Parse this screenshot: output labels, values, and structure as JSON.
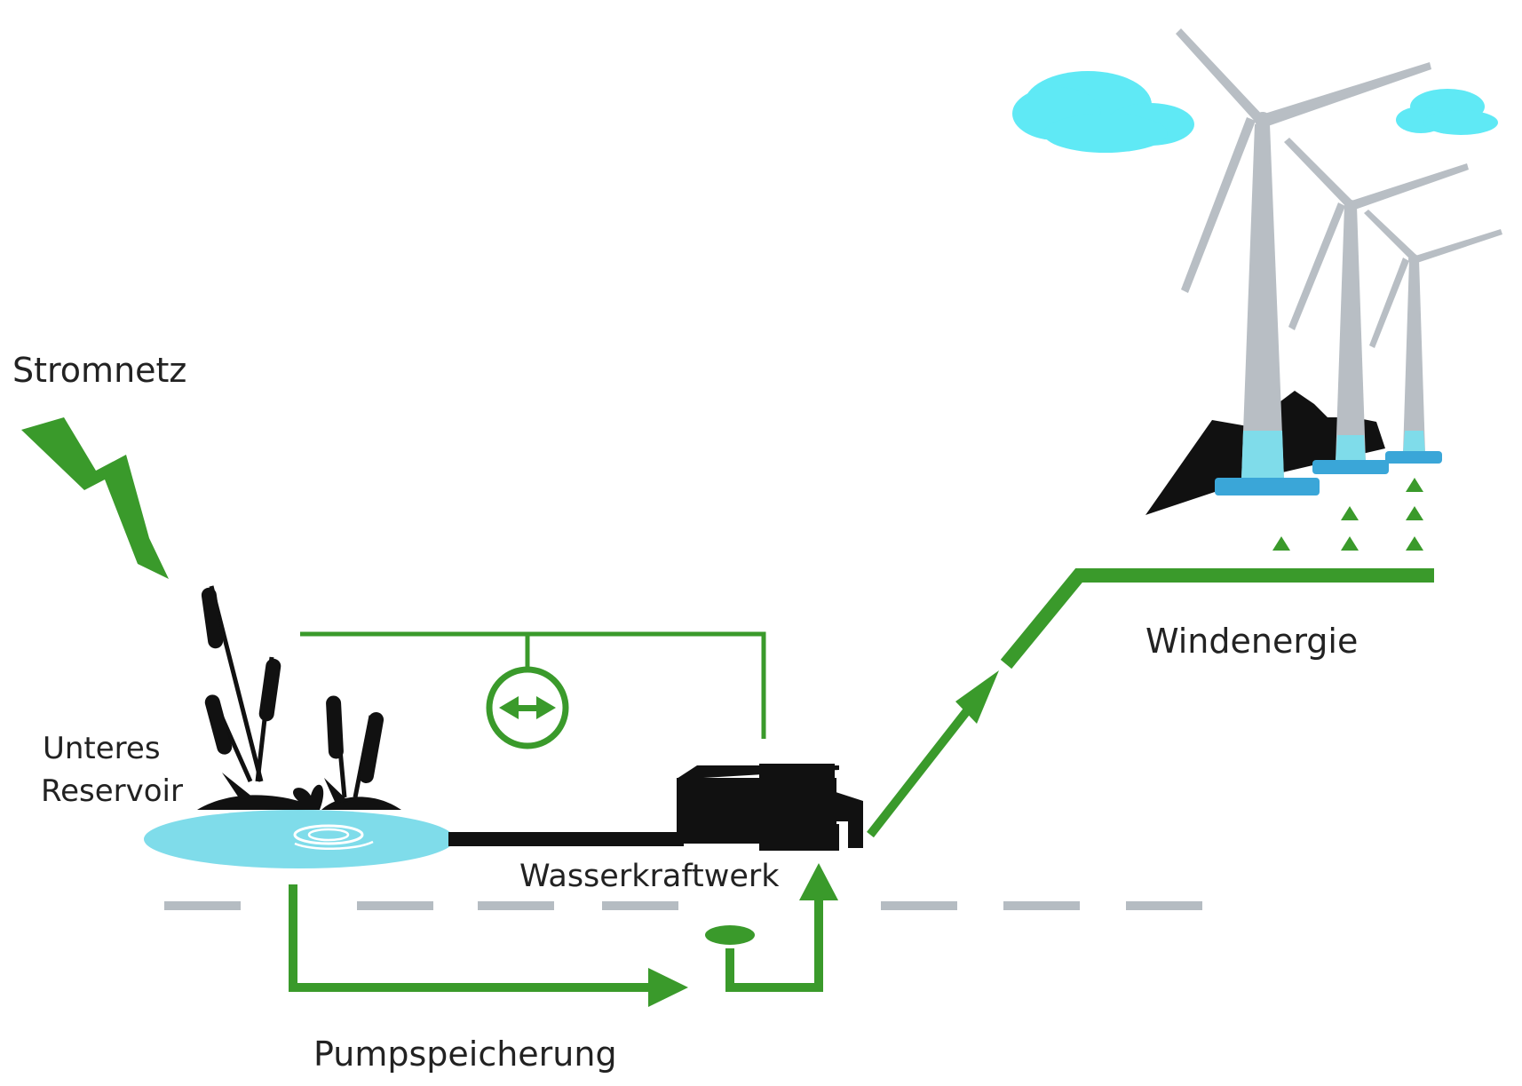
{
  "labels": {
    "grid": "Stromnetz",
    "lower_reservoir_line1": "Unteres",
    "lower_reservoir_line2": "Reservoir",
    "hydro_plant": "Wasserkraftwerk",
    "pumped_storage": "Pumpspeicherung",
    "wind_energy": "Windenergie"
  },
  "colors": {
    "green": "#3a9a2b",
    "water": "#7fdcea",
    "cloud": "#5fe9f5",
    "turbine": "#b8bec4",
    "turbine_base": "#3aa6d8",
    "dark": "#111111",
    "dash": "#b5bcc2"
  },
  "icons": [
    "lightning-bolt-icon",
    "cattail-plant-icon",
    "bidirectional-arrow-icon",
    "wind-turbine-icon",
    "cloud-icon"
  ]
}
